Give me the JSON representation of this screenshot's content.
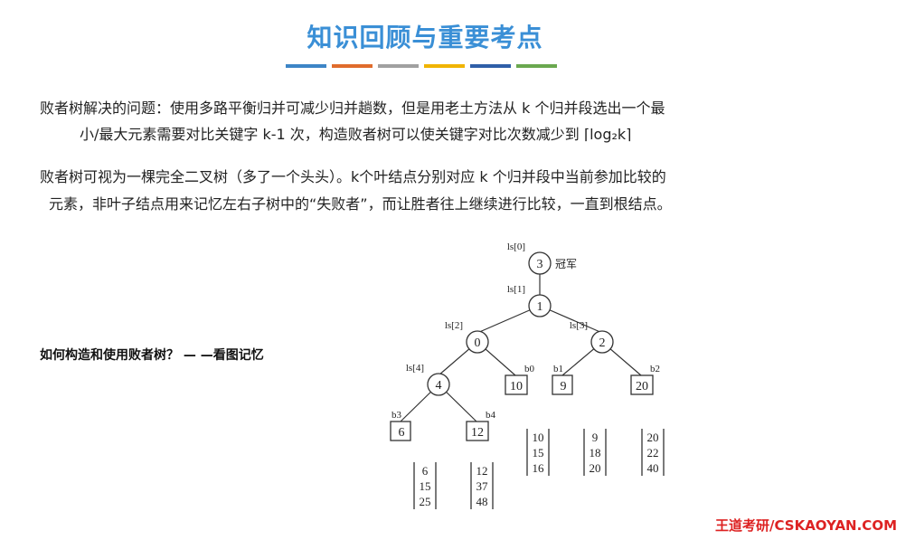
{
  "title": "知识回顾与重要考点",
  "accent_bars": [
    "#3d85c6",
    "#e06c2c",
    "#a0a0a0",
    "#f0b400",
    "#2f5fa8",
    "#6aa84f"
  ],
  "para1": {
    "line1": "败者树解决的问题：使用多路平衡归并可减少归并趟数，但是用老土方法从 k 个归并段选出一个最",
    "line2": "小/最大元素需要对比关键字 k-1 次，构造败者树可以使关键字对比次数减少到 ⌈log₂k⌉"
  },
  "para2": {
    "line1": "败者树可视为一棵完全二叉树（多了一个头头）。k个叶结点分别对应 k 个归并段中当前参加比较的",
    "line2": "元素，非叶子结点用来记忆左右子树中的“失败者”，而让胜者往上继续进行比较，一直到根结点。"
  },
  "question": "如何构造和使用败者树？ — —看图记忆",
  "tree": {
    "champion_label": "冠军",
    "internal": [
      {
        "label": "ls[0]",
        "value": "3"
      },
      {
        "label": "ls[1]",
        "value": "1"
      },
      {
        "label": "ls[2]",
        "value": "0"
      },
      {
        "label": "ls[3]",
        "value": "2"
      },
      {
        "label": "ls[4]",
        "value": "4"
      }
    ],
    "leaves": [
      {
        "label": "b0",
        "value": "10",
        "run": [
          "10",
          "15",
          "16"
        ]
      },
      {
        "label": "b1",
        "value": "9",
        "run": [
          "9",
          "18",
          "20"
        ]
      },
      {
        "label": "b2",
        "value": "20",
        "run": [
          "20",
          "22",
          "40"
        ]
      },
      {
        "label": "b3",
        "value": "6",
        "run": [
          "6",
          "15",
          "25"
        ]
      },
      {
        "label": "b4",
        "value": "12",
        "run": [
          "12",
          "37",
          "48"
        ]
      }
    ]
  },
  "footer": "王道考研/CSKAOYAN.COM"
}
